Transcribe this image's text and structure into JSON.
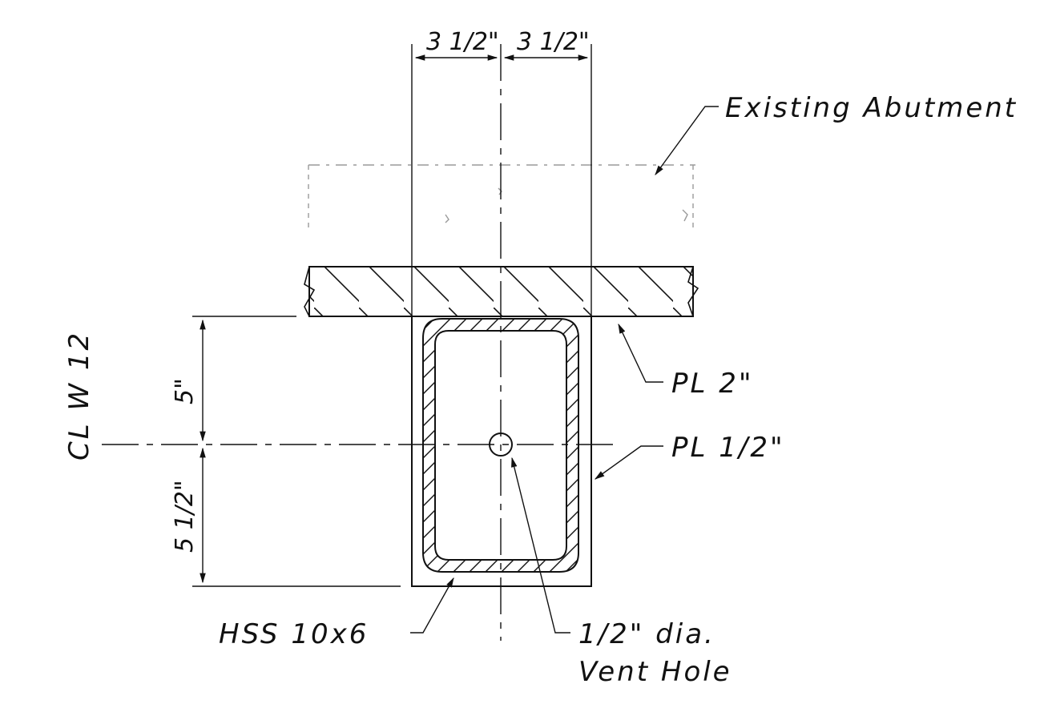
{
  "labels": {
    "existing_abutment": "Existing Abutment",
    "plate_2": "PL 2\"",
    "plate_half": "PL 1/2\"",
    "hss": "HSS 10x6",
    "vent_line1": "1/2\" dia.",
    "vent_line2": "Vent Hole",
    "centerline_w12": "CL W 12"
  },
  "dimensions": {
    "top_left": "3 1/2\"",
    "top_right": "3 1/2\"",
    "left_upper": "5\"",
    "left_lower": "5 1/2\""
  },
  "colors": {
    "ink": "#111111",
    "faint": "#9a9a9a"
  }
}
